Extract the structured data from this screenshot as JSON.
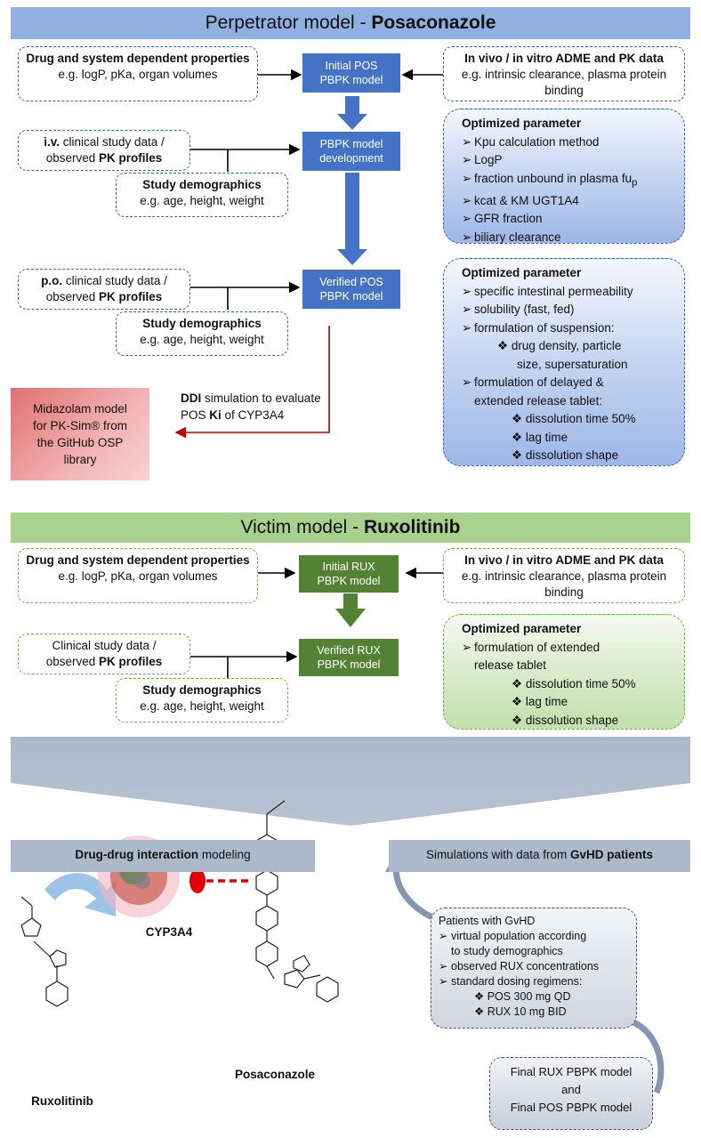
{
  "perp": {
    "banner_pre": "Perpetrator model - ",
    "banner_drug": "Posaconazole",
    "drug_props": {
      "title": "Drug and system dependent properties",
      "sub": "e.g. logP, pKa, organ volumes"
    },
    "invivo": {
      "title": "In vivo / in vitro ADME and PK data",
      "sub": "e.g. intrinsic clearance, plasma protein binding"
    },
    "initial": [
      "Initial POS",
      "PBPK model"
    ],
    "develop": [
      "PBPK model",
      "development"
    ],
    "verified": [
      "Verified POS",
      "PBPK model"
    ],
    "iv": {
      "bold": "i.v.",
      "rest": " clinical study data /",
      "line2": "observed ",
      "line2b": "PK profiles"
    },
    "po": {
      "bold": "p.o.",
      "rest": " clinical study data /",
      "line2": "observed ",
      "line2b": "PK profiles"
    },
    "demo1": {
      "title": "Study demographics",
      "sub": "e.g. age, height, weight"
    },
    "demo2": {
      "title": "Study demographics",
      "sub": "e.g. age, height, weight"
    },
    "opt1": {
      "title": "Optimized parameter",
      "items": [
        "Kpu calculation method",
        "LogP",
        "fraction unbound  in plasma fu",
        "kcat & KM UGT1A4",
        "GFR fraction",
        "biliary clearance"
      ],
      "sub_p": "p"
    },
    "opt2": {
      "title": "Optimized parameter",
      "l1": "specific intestinal permeability",
      "l2": "solubility (fast, fed)",
      "l3": "formulation of suspension:",
      "l3a": "drug density, particle",
      "l3b": "size, supersaturation",
      "l4": "formulation of delayed &",
      "l4b": "extended release tablet:",
      "l4c": "dissolution time 50%",
      "l4d": "lag time",
      "l4e": "dissolution shape"
    },
    "ddi": {
      "b1": "DDI",
      "t1": " simulation to evaluate",
      "t2": "POS ",
      "b2": "Ki",
      "t3": " of CYP3A4"
    },
    "midaz": [
      "Midazolam model",
      "for PK-Sim® from",
      "the GitHub OSP",
      "library"
    ]
  },
  "victim": {
    "banner_pre": "Victim model - ",
    "banner_drug": "Ruxolitinib",
    "drug_props": {
      "title": "Drug and system dependent properties",
      "sub": "e.g. logP, pKa, organ volumes"
    },
    "invivo": {
      "title": "In vivo / in vitro ADME and PK data",
      "sub": "e.g. intrinsic clearance, plasma protein binding"
    },
    "initial": [
      "Initial RUX",
      "PBPK model"
    ],
    "verified": [
      "Verified RUX",
      "PBPK model"
    ],
    "clin": {
      "l1": "Clinical study data /",
      "l2": "observed ",
      "l2b": "PK profiles"
    },
    "demo": {
      "title": "Study demographics",
      "sub": "e.g. age, height, weight"
    },
    "opt": {
      "title": "Optimized parameter",
      "l1": "formulation of extended",
      "l1b": "release tablet",
      "a": "dissolution time 50%",
      "b": "lag time",
      "c": "dissolution shape"
    }
  },
  "bottom": {
    "ddi_bold": "Drug-drug interaction",
    "ddi_rest": " modeling",
    "sim_pre": "Simulations with data from ",
    "sim_bold": "GvHD patients",
    "cyp": "CYP3A4",
    "rux": "Ruxolitinib",
    "pos": "Posaconazole",
    "gvhd": {
      "title": "Patients with GvHD",
      "i1": "virtual population according",
      "i1b": "to study demographics",
      "i2": "observed RUX concentrations",
      "i3": "standard dosing regimens:",
      "i3a": "POS 300  mg QD",
      "i3b": "RUX 10  mg BID"
    },
    "final": [
      "Final RUX PBPK model",
      "and",
      "Final POS PBPK model"
    ]
  },
  "colors": {
    "blue_banner": "#8fb0e0",
    "blue_node": "#4472c4",
    "green_banner": "#a9d18e",
    "green_node": "#548235",
    "red_arrow": "#c00000",
    "grey_bar": "#acb9ca"
  }
}
